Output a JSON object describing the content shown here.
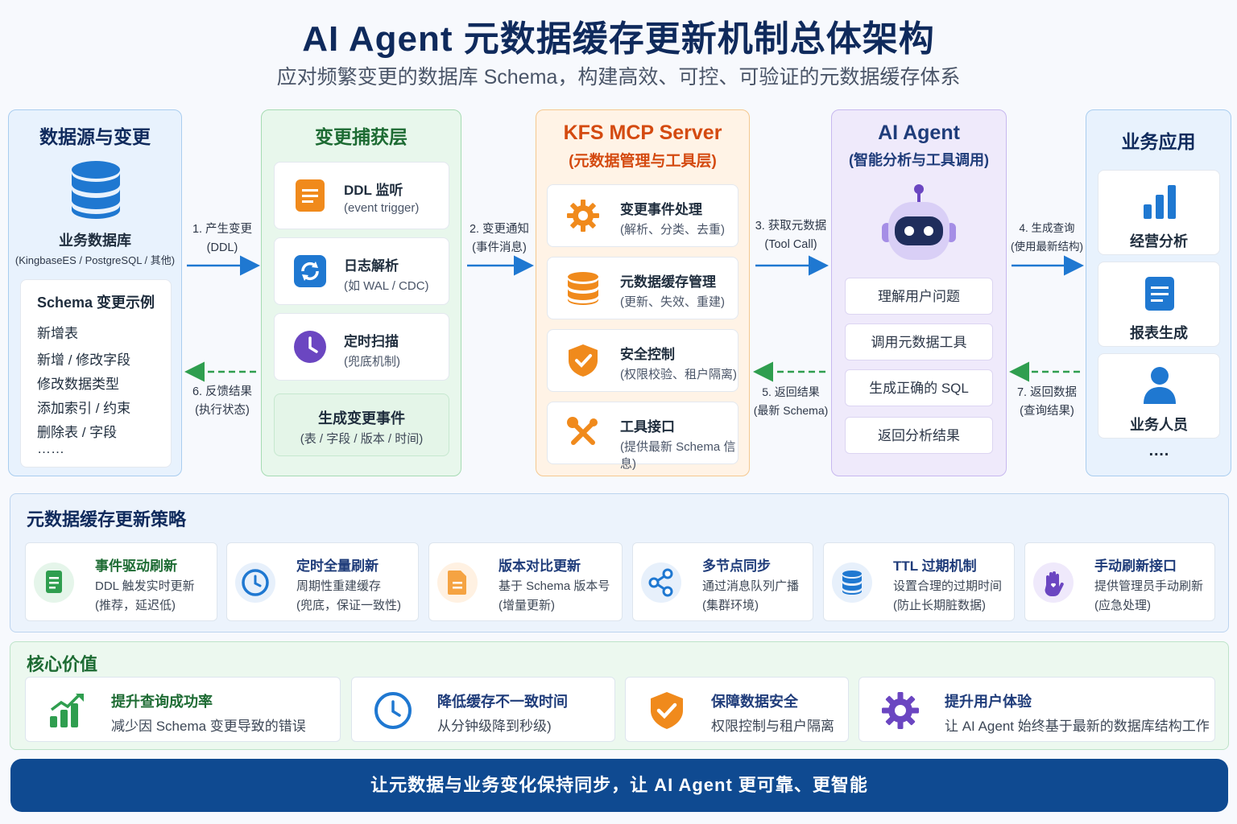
{
  "title": "AI Agent 元数据缓存更新机制总体架构",
  "subtitle": "应对频繁变更的数据库 Schema，构建高效、可控、可验证的元数据缓存体系",
  "colors": {
    "blue": "#1f78d1",
    "green": "#2f9e4f",
    "orange": "#f08a1c",
    "purple": "#6b46c1",
    "navy": "#0f4a91"
  },
  "col1": {
    "title": "数据源与变更",
    "db_label": "业务数据库",
    "db_sub": "(KingbaseES / PostgreSQL / 其他)",
    "example_title": "Schema 变更示例",
    "examples": [
      "新增表",
      "新增 / 修改字段",
      "修改数据类型",
      "添加索引 / 约束",
      "删除表 / 字段",
      "……"
    ]
  },
  "col2": {
    "title": "变更捕获层",
    "items": [
      {
        "title": "DDL 监听",
        "desc": "(event trigger)",
        "icon": "document-icon"
      },
      {
        "title": "日志解析",
        "desc": "(如 WAL / CDC)",
        "icon": "sync-icon"
      },
      {
        "title": "定时扫描",
        "desc": "(兜底机制)",
        "icon": "clock-icon"
      }
    ],
    "event_title": "生成变更事件",
    "event_desc": "(表 / 字段 / 版本 / 时间)"
  },
  "col3": {
    "title": "KFS MCP Server",
    "subtitle": "(元数据管理与工具层)",
    "items": [
      {
        "title": "变更事件处理",
        "desc": "(解析、分类、去重)",
        "icon": "gear-icon"
      },
      {
        "title": "元数据缓存管理",
        "desc": "(更新、失效、重建)",
        "icon": "database-icon"
      },
      {
        "title": "安全控制",
        "desc": "(权限校验、租户隔离)",
        "icon": "shield-icon"
      },
      {
        "title": "工具接口",
        "desc": "(提供最新 Schema 信息)",
        "icon": "tools-icon"
      }
    ]
  },
  "col4": {
    "title": "AI Agent",
    "subtitle": "(智能分析与工具调用)",
    "steps": [
      "理解用户问题",
      "调用元数据工具",
      "生成正确的 SQL",
      "返回分析结果"
    ]
  },
  "col5": {
    "title": "业务应用",
    "items": [
      "经营分析",
      "报表生成",
      "业务人员"
    ],
    "more": "…."
  },
  "arrows": {
    "a1": [
      "1. 产生变更",
      "(DDL)"
    ],
    "a2": [
      "2. 变更通知",
      "(事件消息)"
    ],
    "a3": [
      "3. 获取元数据",
      "(Tool Call)"
    ],
    "a4": [
      "4. 生成查询",
      "(使用最新结构)"
    ],
    "a5": [
      "5. 返回结果",
      "(最新 Schema)"
    ],
    "a6": [
      "6. 反馈结果",
      "(执行状态)"
    ],
    "a7": [
      "7. 返回数据",
      "(查询结果)"
    ]
  },
  "strategy": {
    "title": "元数据缓存更新策略",
    "items": [
      {
        "title": "事件驱动刷新",
        "l1": "DDL 触发实时更新",
        "l2": "(推荐，延迟低)",
        "icon": "document-icon"
      },
      {
        "title": "定时全量刷新",
        "l1": "周期性重建缓存",
        "l2": "(兜底，保证一致性)",
        "icon": "clock-icon"
      },
      {
        "title": "版本对比更新",
        "l1": "基于 Schema 版本号",
        "l2": "(增量更新)",
        "icon": "file-icon"
      },
      {
        "title": "多节点同步",
        "l1": "通过消息队列广播",
        "l2": "(集群环境)",
        "icon": "share-icon"
      },
      {
        "title": "TTL 过期机制",
        "l1": "设置合理的过期时间",
        "l2": "(防止长期脏数据)",
        "icon": "database-icon"
      },
      {
        "title": "手动刷新接口",
        "l1": "提供管理员手动刷新",
        "l2": "(应急处理)",
        "icon": "hand-icon"
      }
    ]
  },
  "core": {
    "title": "核心价值",
    "items": [
      {
        "title": "提升查询成功率",
        "desc": "减少因 Schema 变更导致的错误",
        "icon": "growth-chart-icon"
      },
      {
        "title": "降低缓存不一致时间",
        "desc": "从分钟级降到秒级)",
        "icon": "clock-icon"
      },
      {
        "title": "保障数据安全",
        "desc": "权限控制与租户隔离",
        "icon": "shield-icon"
      },
      {
        "title": "提升用户体验",
        "desc": "让 AI Agent 始终基于最新的数据库结构工作",
        "icon": "gear-icon"
      }
    ]
  },
  "footer": "让元数据与业务变化保持同步，让 AI Agent 更可靠、更智能"
}
